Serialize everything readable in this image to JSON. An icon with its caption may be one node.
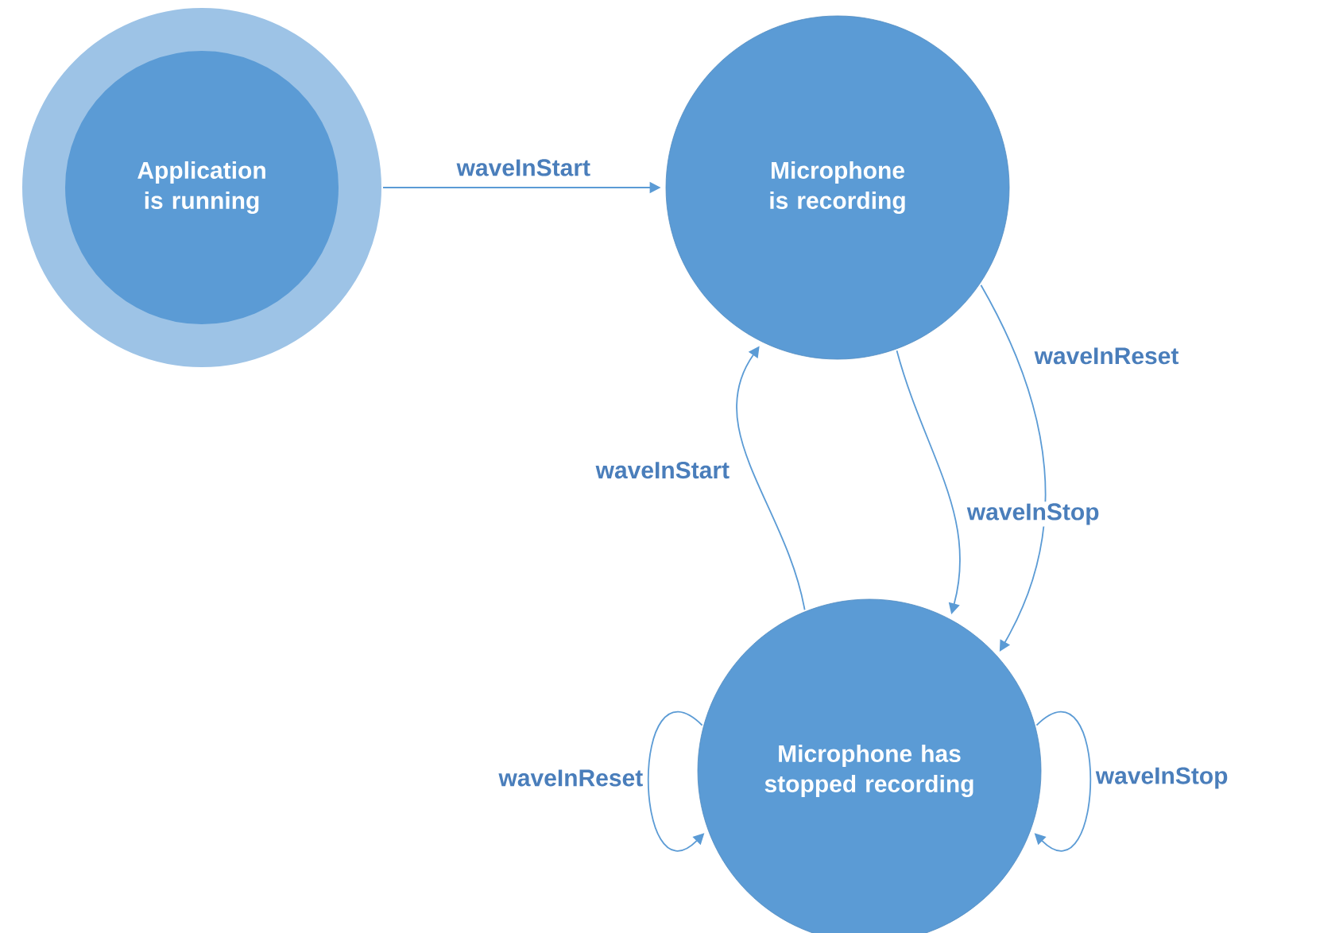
{
  "diagram": {
    "nodes": [
      {
        "text": [
          "Application is running"
        ]
      },
      {
        "text": [
          "Microphone is recording"
        ]
      },
      {
        "text": [
          "Microphone has stopped recording"
        ]
      }
    ],
    "edges": [
      {
        "from": 0,
        "to": 1,
        "arrow": "to",
        "label": "waveInStart"
      },
      {
        "from": 1,
        "to": 2,
        "arrow": "to",
        "label": "waveInStop"
      },
      {
        "from": 1,
        "to": 2,
        "arrow": "to",
        "label": "waveInReset"
      },
      {
        "from": 2,
        "to": 1,
        "arrow": "to",
        "label": "waveInStart"
      },
      {
        "from": 2,
        "to": 2,
        "arrow": "to",
        "label": "waveInReset"
      },
      {
        "from": 2,
        "to": 2,
        "arrow": "to",
        "label": "waveInStop"
      }
    ]
  }
}
